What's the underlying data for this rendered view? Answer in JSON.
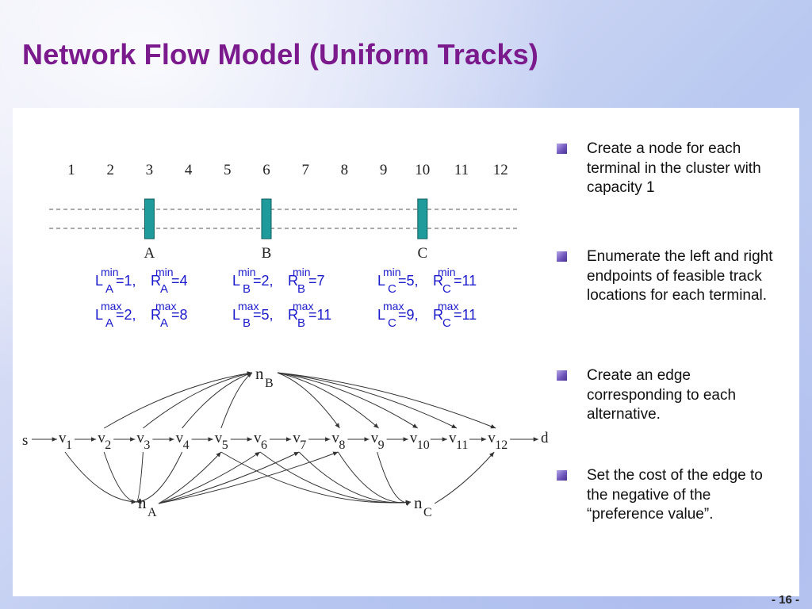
{
  "title": "Network Flow Model (Uniform Tracks)",
  "page_number": "- 16 -",
  "diagram": {
    "track_numbers": [
      "1",
      "2",
      "3",
      "4",
      "5",
      "6",
      "7",
      "8",
      "9",
      "10",
      "11",
      "12"
    ],
    "terminals": [
      {
        "label": "A",
        "track": 3
      },
      {
        "label": "B",
        "track": 6
      },
      {
        "label": "C",
        "track": 10
      }
    ],
    "constraints": [
      {
        "row1": {
          "L_sub": "A",
          "L_val": "=1,",
          "R_sub": "A",
          "R_val": "=4",
          "sup": "min"
        },
        "row2": {
          "L_sub": "A",
          "L_val": "=2,",
          "R_sub": "A",
          "R_val": "=8",
          "sup": "max"
        }
      },
      {
        "row1": {
          "L_sub": "B",
          "L_val": "=2,",
          "R_sub": "B",
          "R_val": "=7",
          "sup": "min"
        },
        "row2": {
          "L_sub": "B",
          "L_val": "=5,",
          "R_sub": "B",
          "R_val": "=11",
          "sup": "max"
        }
      },
      {
        "row1": {
          "L_sub": "C",
          "L_val": "=5,",
          "R_sub": "C",
          "R_val": "=11",
          "sup": "min"
        },
        "row2": {
          "L_sub": "C",
          "L_val": "=9,",
          "R_sub": "C",
          "R_val": "=11",
          "sup": "max"
        }
      }
    ],
    "letter_L": "L",
    "letter_R": "R",
    "source": "s",
    "sink": "d",
    "vertex_letter": "v",
    "vertex_indices": [
      "1",
      "2",
      "3",
      "4",
      "5",
      "6",
      "7",
      "8",
      "9",
      "10",
      "11",
      "12"
    ],
    "flow_nodes": [
      {
        "base": "n",
        "sub": "B"
      },
      {
        "base": "n",
        "sub": "A"
      },
      {
        "base": "n",
        "sub": "C"
      }
    ],
    "edges": {
      "nA": {
        "from": [
          1,
          2,
          3,
          4
        ],
        "to": [
          5,
          6,
          7,
          8
        ]
      },
      "nB": {
        "from": [
          2,
          3,
          4,
          5
        ],
        "to": [
          8,
          9,
          10,
          11,
          12
        ]
      },
      "nC": {
        "from": [
          5,
          6,
          7,
          8,
          9
        ],
        "to": [
          12
        ]
      }
    }
  },
  "bullets": [
    {
      "text": "Create a node for each terminal in the cluster with capacity 1"
    },
    {
      "text": "Enumerate the left and right endpoints of feasible track locations for each terminal."
    },
    {
      "text": "Create an edge corresponding to each alternative."
    },
    {
      "text": "Set the cost of the edge to the negative of the “preference value”."
    }
  ],
  "colors": {
    "title": "#7a1a8c",
    "terminal_fill": "#1f9b9b",
    "constraint_text": "#1a1acc",
    "bullet": "#6a52b8"
  }
}
